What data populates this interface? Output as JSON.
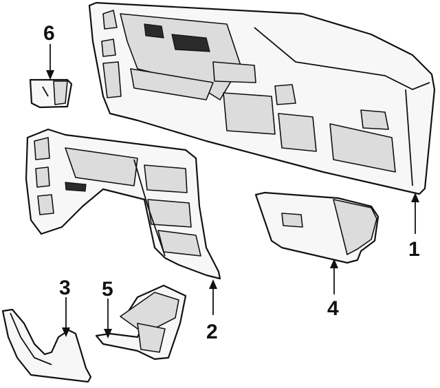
{
  "callouts": [
    {
      "id": "1",
      "text": "1"
    },
    {
      "id": "2",
      "text": "2"
    },
    {
      "id": "3",
      "text": "3"
    },
    {
      "id": "4",
      "text": "4"
    },
    {
      "id": "5",
      "text": "5"
    },
    {
      "id": "6",
      "text": "6"
    }
  ],
  "colors": {
    "ink": "#111111",
    "paper": "#ffffff",
    "fill": "#f7f7f7",
    "shade": "#dcdcdc"
  }
}
